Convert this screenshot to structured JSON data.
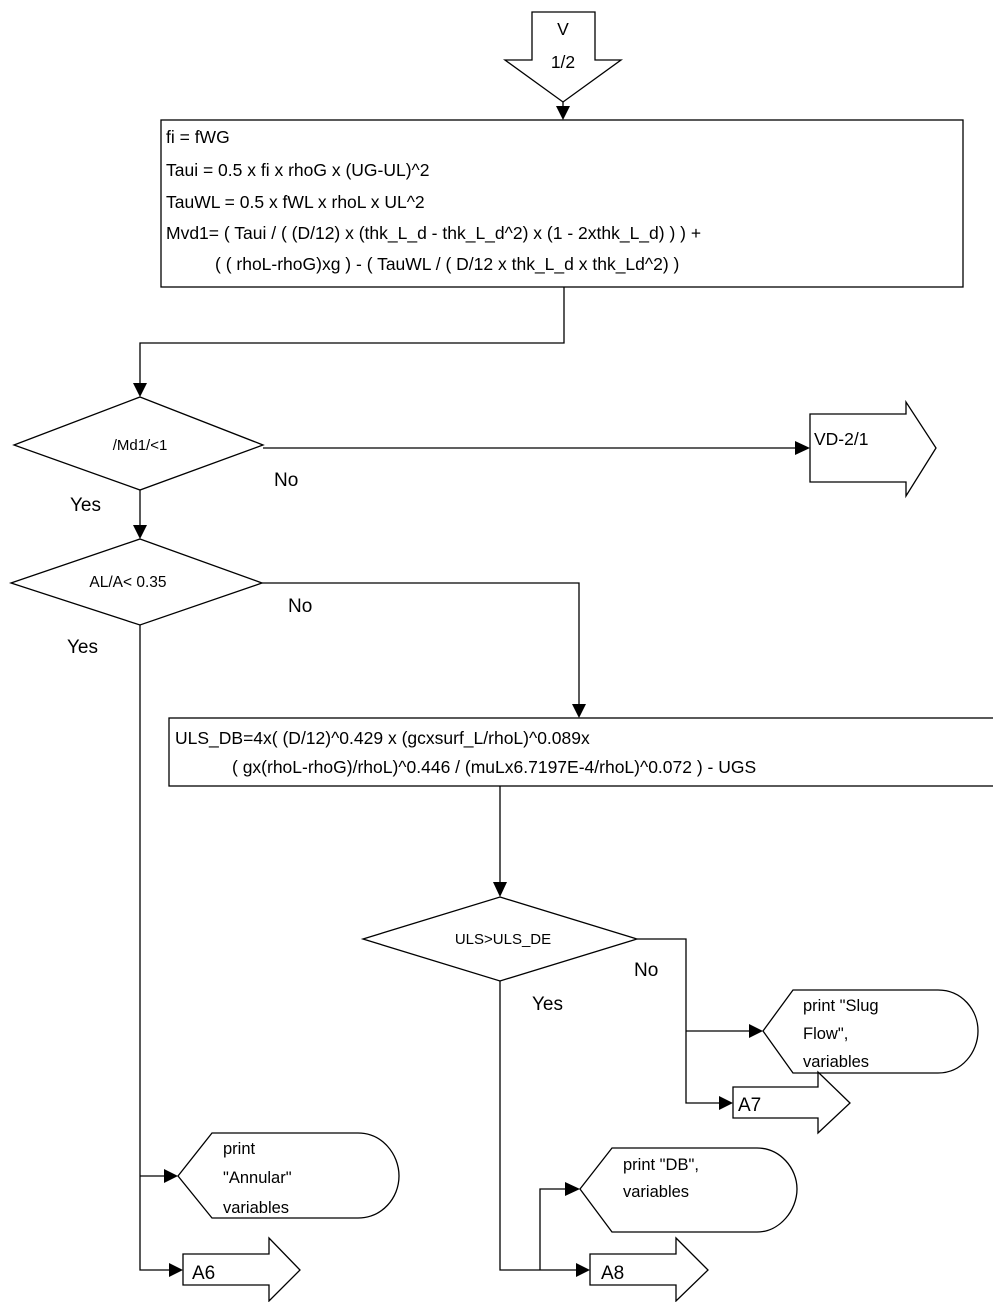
{
  "connector_in": {
    "line1": "V",
    "line2": "1/2"
  },
  "calc_box": {
    "line1": "fi = fWG",
    "line2": "Taui = 0.5 x fi x rhoG x  (UG-UL)^2",
    "line3": "TauWL =  0.5 x fWL x rhoL x UL^2",
    "line4": "Mvd1= ( Taui / ( (D/12) x (thk_L_d - thk_L_d^2) x (1 - 2xthk_L_d) ) ) +",
    "line5": "( ( rhoL-rhoG)xg ) - ( TauWL / ( D/12 x thk_L_d x thk_Ld^2) )"
  },
  "decision_md": {
    "label": "/Md1/<1",
    "yes": "Yes",
    "no": "No"
  },
  "connector_vd": {
    "label": "VD-2/1"
  },
  "decision_al": {
    "label": "AL/A< 0.35",
    "label_color": "#ff0000",
    "yes": "Yes",
    "no": "No"
  },
  "uls_box": {
    "line1": "ULS_DB=4x( (D/12)^0.429 x (gcxsurf_L/rhoL)^0.089x",
    "line2": "( gx(rhoL-rhoG)/rhoL)^0.446 / (muLx6.7197E-4/rhoL)^0.072 ) - UGS"
  },
  "decision_uls": {
    "label": "ULS>ULS_DE",
    "yes": "Yes",
    "no": "No"
  },
  "print_slug": {
    "line1": "print \"Slug",
    "line2": "Flow\",",
    "line3": "variables"
  },
  "connector_a7": {
    "label": "A7"
  },
  "print_annular": {
    "line1": "print",
    "line2": "\"Annular\"",
    "line3": "variables"
  },
  "connector_a6": {
    "label": "A6"
  },
  "print_db": {
    "line1": "print \"DB\",",
    "line2": "variables"
  },
  "connector_a8": {
    "label": "A8"
  }
}
